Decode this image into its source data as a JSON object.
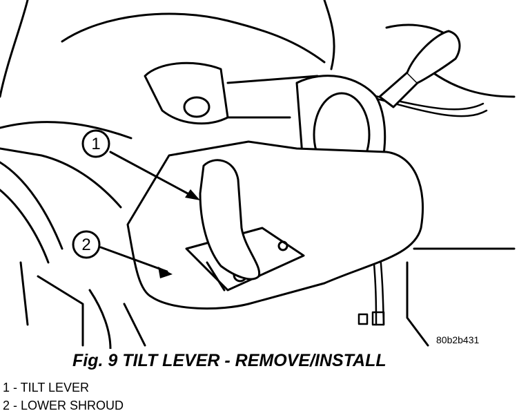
{
  "figure": {
    "code": "80b2b431",
    "caption": "Fig. 9 TILT LEVER - REMOVE/INSTALL"
  },
  "callouts": [
    {
      "number": "1",
      "label": "1 - TILT LEVER"
    },
    {
      "number": "2",
      "label": "2 - LOWER SHROUD"
    }
  ]
}
